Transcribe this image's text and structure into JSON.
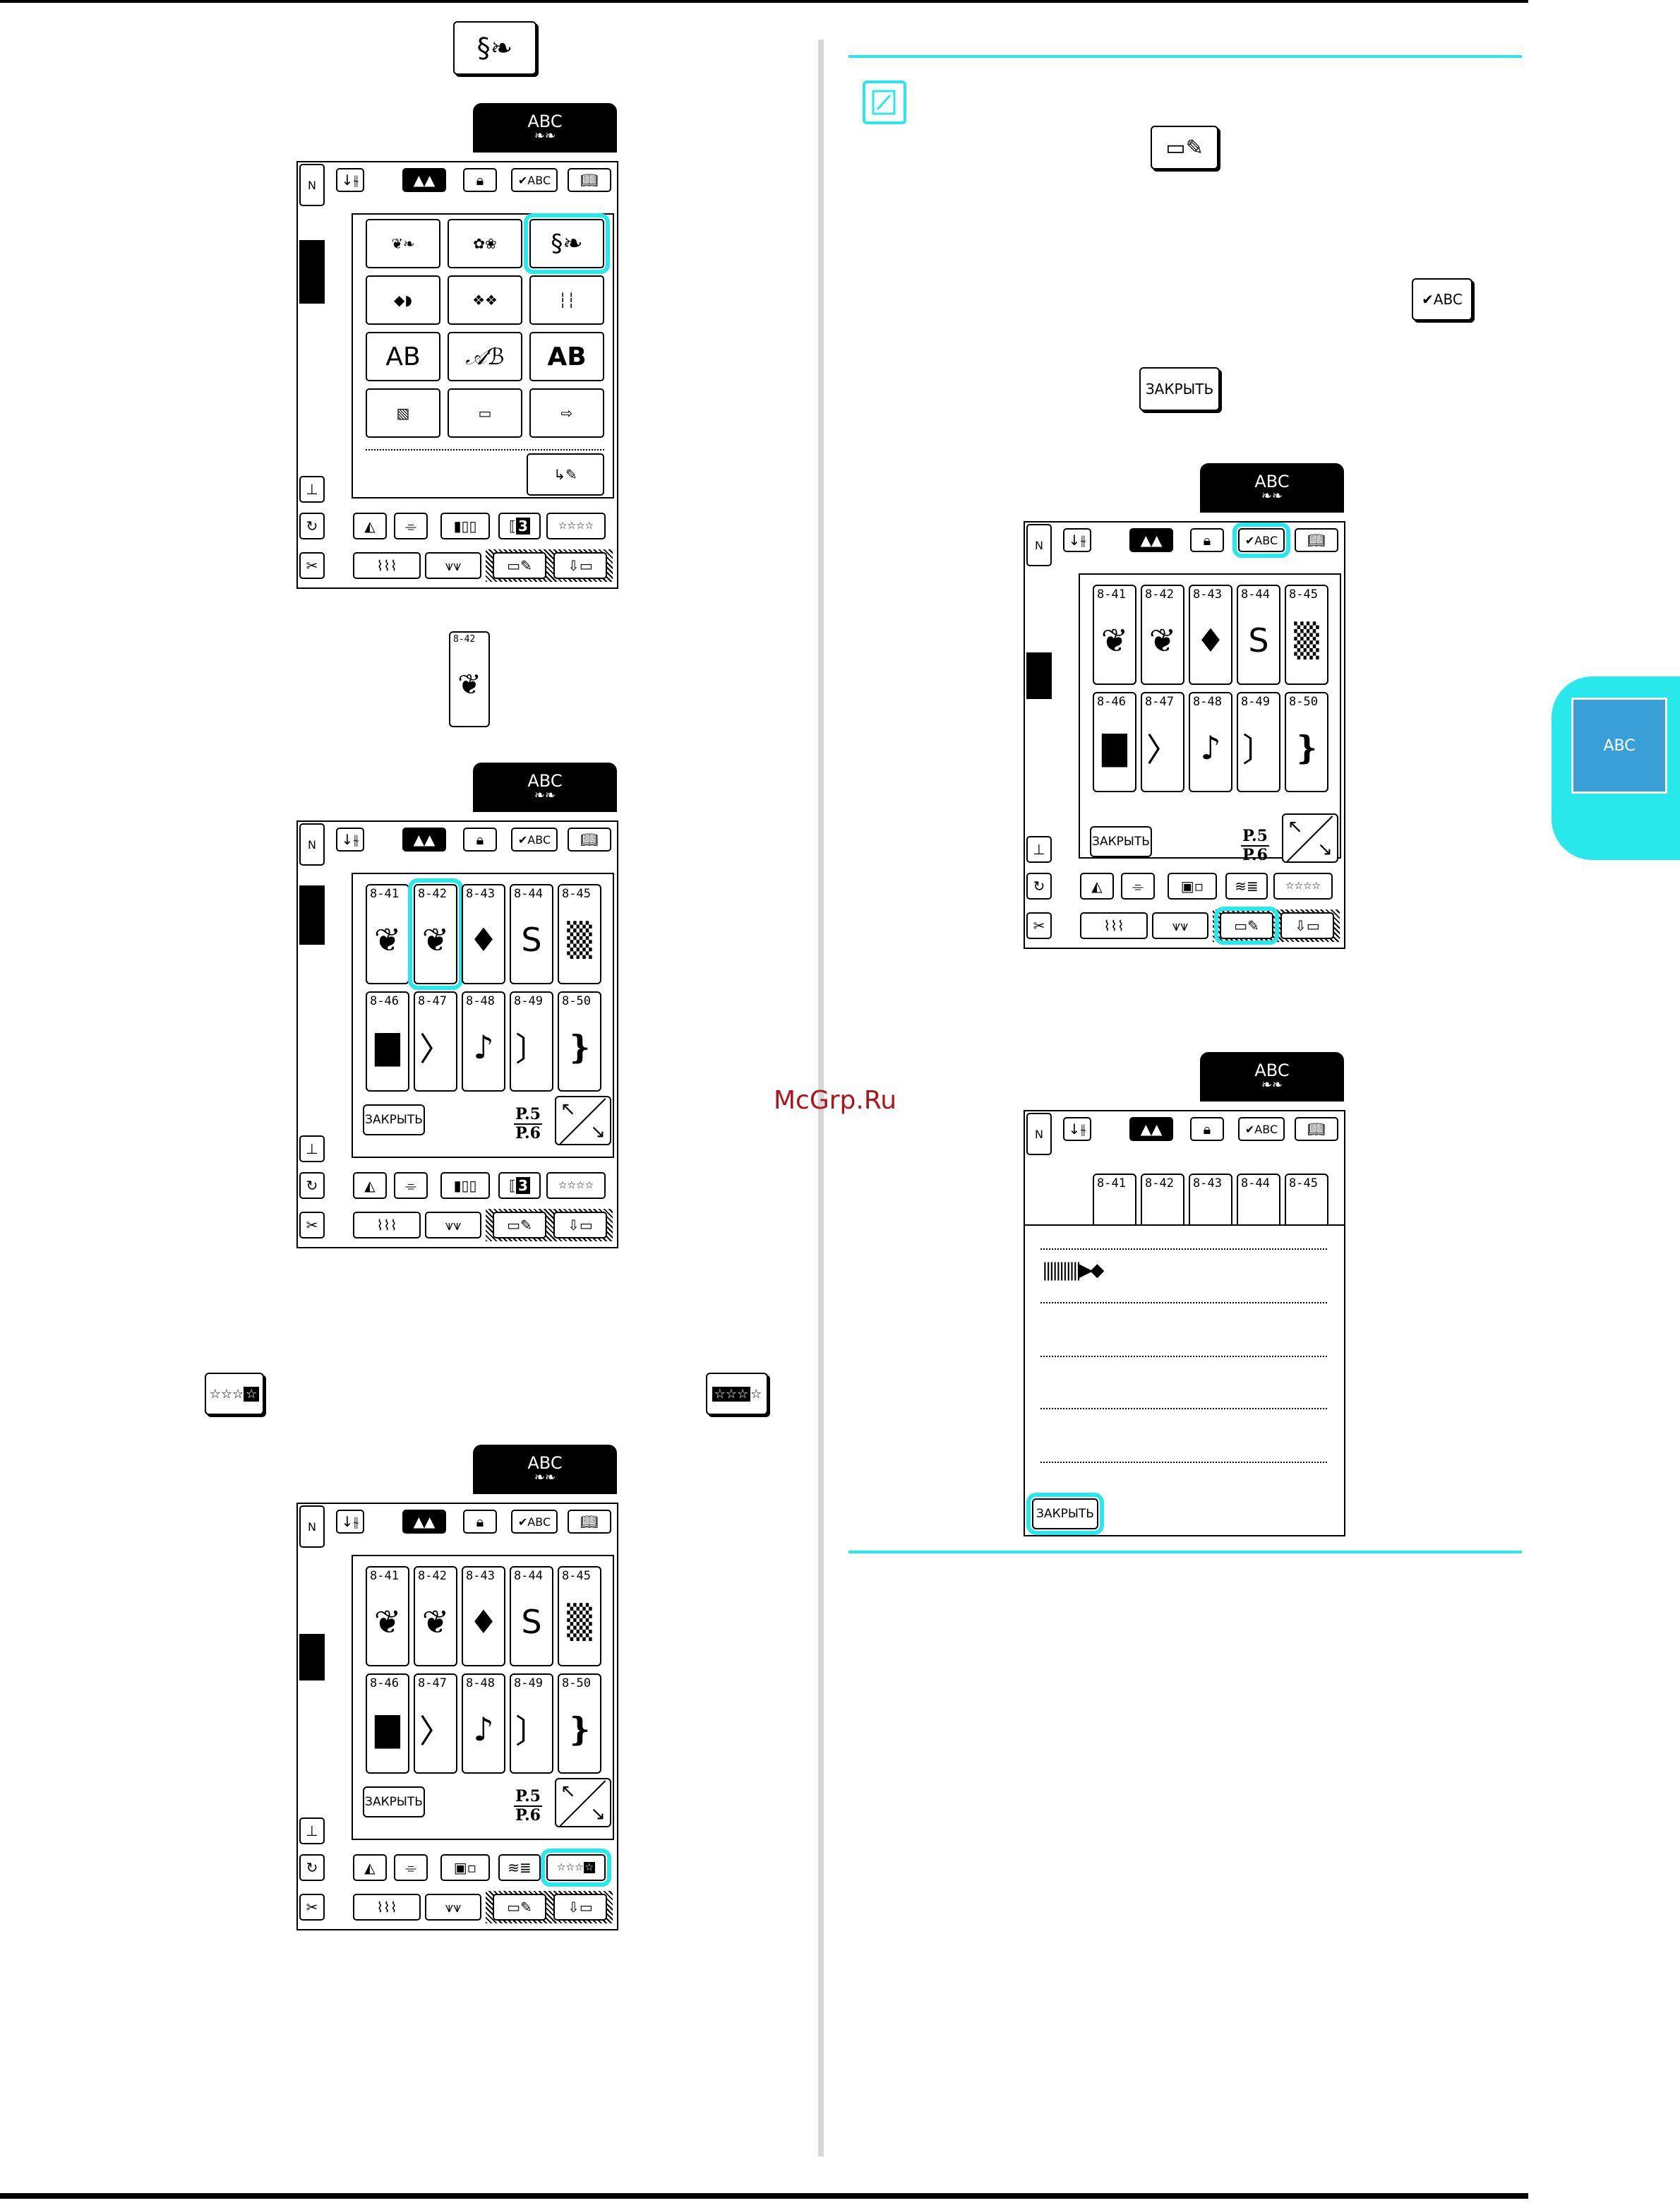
{
  "labels": {
    "abc": "ABC",
    "abc_sub": "&#x2766;",
    "n": "N",
    "check_abc": "✔ABC",
    "close": "ЗАКРЫТЬ",
    "page_top": "P.5",
    "page_bottom": "P.6",
    "count_3": "3",
    "watermark": "McGrp.Ru",
    "stitch_8_42": "8-42"
  },
  "pattern_numbers": [
    "8-41",
    "8-42",
    "8-43",
    "8-44",
    "8-45",
    "8-46",
    "8-47",
    "8-48",
    "8-49",
    "8-50"
  ],
  "category_buttons": [
    "❦❧",
    "✿❀",
    "§❧",
    "◆◗",
    "❖❖",
    "┆┆",
    "AB",
    "𝒜ℬ",
    "AB",
    "▧",
    "▭",
    "⇨"
  ],
  "side_tab": {
    "label": "ABC",
    "color": "#3a9fd6"
  },
  "colors": {
    "accent": "#29e8ec",
    "watermark": "#b0141a"
  },
  "icons": [
    "category-icon",
    "memory-icon",
    "check-abc-icon",
    "close-icon",
    "stitch-8-42-icon",
    "single-triple-icon",
    "triple-single-icon",
    "note-pencil-icon"
  ]
}
